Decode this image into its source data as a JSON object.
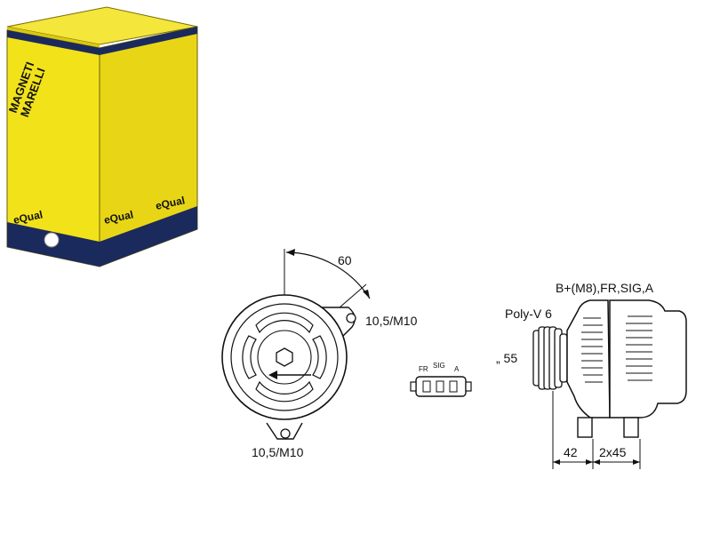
{
  "box": {
    "brand_line1": "MAGNETI",
    "brand_line2": "MARELLI",
    "equal_1": "eQual",
    "equal_2": "eQual",
    "equal_3": "eQual",
    "colors": {
      "yellow": "#f2e21a",
      "navy": "#1b2a5c",
      "shade": "#c9b90e"
    }
  },
  "front_view": {
    "angle_label": "60",
    "hole_top_label": "10,5/M10",
    "hole_bottom_label": "10,5/M10"
  },
  "connector": {
    "pin_fr": "FR",
    "pin_sig": "SIG",
    "pin_a": "A"
  },
  "side_view": {
    "terminals_label": "B+(M8),FR,SIG,A",
    "pulley_label": "Poly-V 6",
    "pulley_diameter_label": "„ 55",
    "dim_left": "42",
    "dim_right": "2x45"
  }
}
